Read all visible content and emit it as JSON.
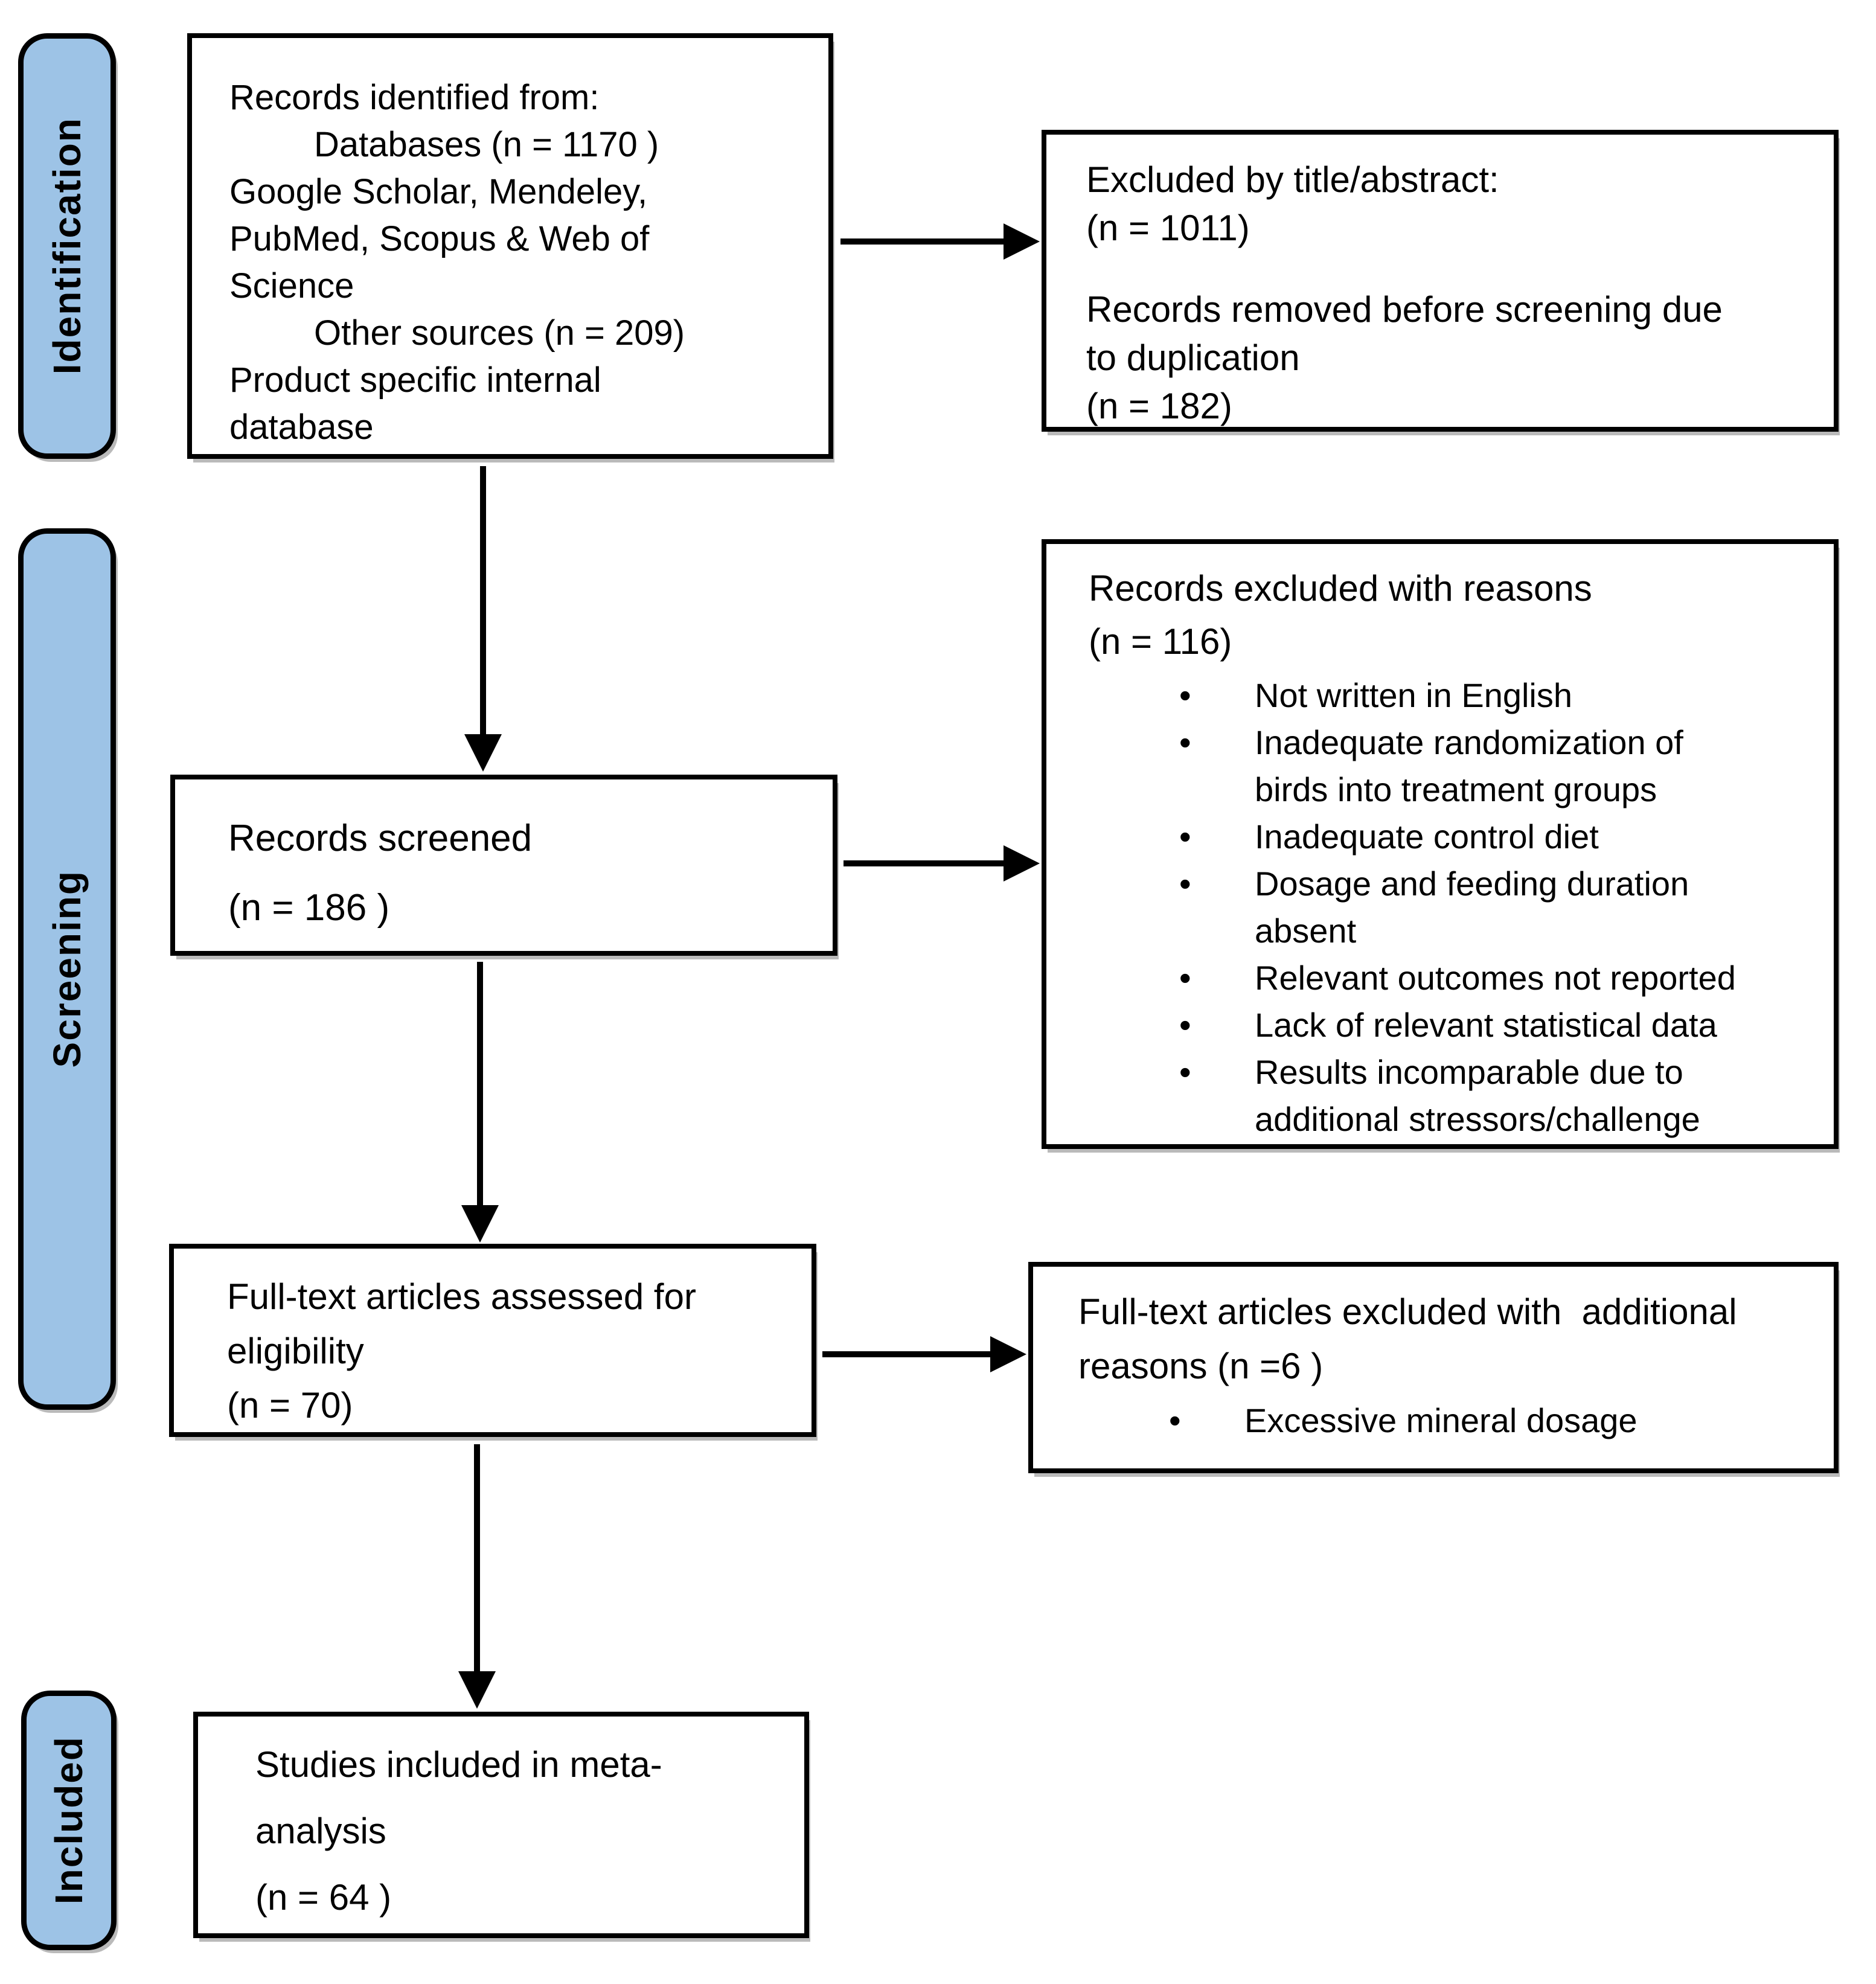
{
  "stages": [
    {
      "label": "Identification"
    },
    {
      "label": "Screening"
    },
    {
      "label": "Included"
    }
  ],
  "boxes": {
    "records_identified": {
      "lines": [
        {
          "text": "Records identified from:",
          "indent": false
        },
        {
          "text": "Databases (n = 1170 )",
          "indent": true
        },
        {
          "text": "Google Scholar, Mendeley,",
          "indent": false
        },
        {
          "text": "PubMed, Scopus & Web of",
          "indent": false
        },
        {
          "text": "Science",
          "indent": false
        },
        {
          "text": "Other sources (n = 209)",
          "indent": true
        },
        {
          "text": "Product specific internal",
          "indent": false
        },
        {
          "text": "database",
          "indent": false
        }
      ]
    },
    "excluded_title_abstract": {
      "lines": [
        "Excluded by title/abstract:",
        "(n = 1011)",
        "Records removed before screening due",
        "to duplication",
        "(n = 182)"
      ]
    },
    "records_screened": {
      "lines": [
        "Records screened",
        "(n = 186 )"
      ]
    },
    "records_excluded_reasons": {
      "heading": [
        "Records excluded with reasons",
        "(n = 116)"
      ],
      "bullets": [
        "Not written in English",
        "Inadequate randomization of\nbirds into treatment groups",
        "Inadequate control diet",
        "Dosage and feeding duration\nabsent",
        "Relevant outcomes not reported",
        "Lack of relevant statistical data",
        "Results incomparable due to\nadditional stressors/challenge"
      ]
    },
    "fulltext_assessed": {
      "lines": [
        "Full-text articles assessed for",
        "eligibility",
        "(n = 70)"
      ]
    },
    "fulltext_excluded": {
      "heading": [
        "Full-text articles excluded with  additional",
        "reasons (n =6 )"
      ],
      "bullets": [
        "Excessive mineral dosage"
      ]
    },
    "studies_included": {
      "lines": [
        "Studies included in meta-",
        "analysis",
        "(n = 64 )"
      ]
    }
  },
  "colors": {
    "stage_fill": "#9DC3E6",
    "box_border": "#000000",
    "arrow": "#000000"
  }
}
